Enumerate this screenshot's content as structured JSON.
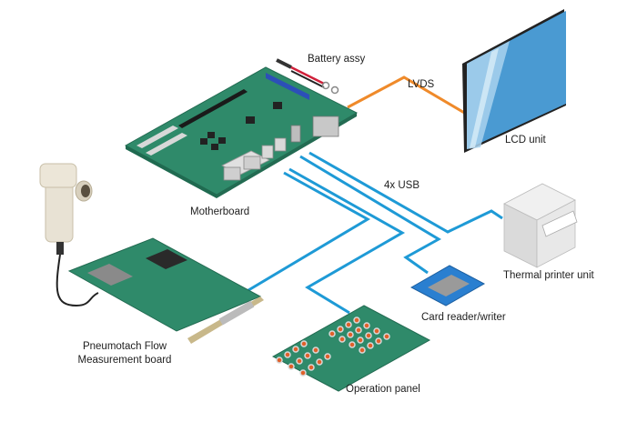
{
  "diagram": {
    "title": "Medical device system block diagram",
    "colors": {
      "usb_cable": "#1e9ad6",
      "lvds_cable": "#ef8a2a",
      "pcb_green": "#2f8a6a",
      "lcd_blue": "#4a9ad2",
      "card_reader_blue": "#2a7fd0",
      "keypad_orange": "#e0602a"
    },
    "components": [
      {
        "id": "motherboard",
        "label": "Motherboard"
      },
      {
        "id": "battery",
        "label": "Battery assy"
      },
      {
        "id": "lcd",
        "label": "LCD unit"
      },
      {
        "id": "printer",
        "label": "Thermal printer unit"
      },
      {
        "id": "card-reader",
        "label": "Card reader/writer"
      },
      {
        "id": "operation-panel",
        "label": "Operation panel"
      },
      {
        "id": "flow-board",
        "label_line1": "Pneumotach Flow",
        "label_line2": "Measurement board"
      },
      {
        "id": "pneumotach-sensor",
        "label": ""
      }
    ],
    "connections": [
      {
        "from": "motherboard",
        "to": "lcd",
        "label": "LVDS",
        "type": "lvds"
      },
      {
        "from": "motherboard",
        "to": "printer",
        "label": "4x USB",
        "type": "usb"
      },
      {
        "from": "motherboard",
        "to": "card-reader",
        "label": "",
        "type": "usb"
      },
      {
        "from": "motherboard",
        "to": "operation-panel",
        "label": "",
        "type": "usb"
      },
      {
        "from": "motherboard",
        "to": "flow-board",
        "label": "",
        "type": "usb"
      },
      {
        "from": "motherboard",
        "to": "battery",
        "label": "",
        "type": "power"
      },
      {
        "from": "pneumotach-sensor",
        "to": "flow-board",
        "label": "",
        "type": "sensor"
      }
    ]
  }
}
